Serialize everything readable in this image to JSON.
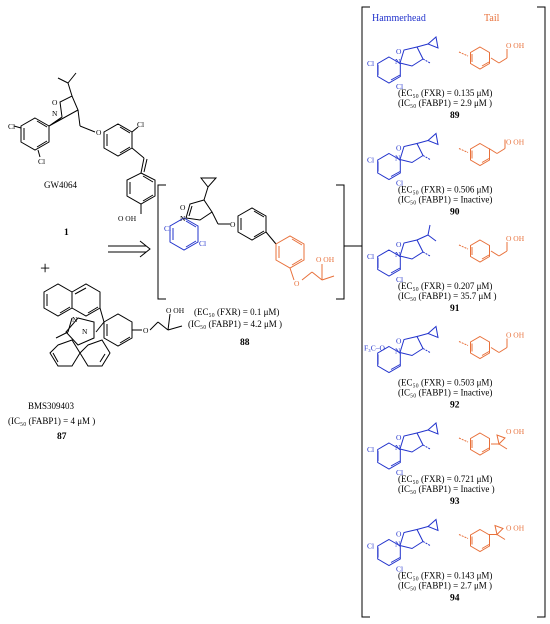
{
  "header": {
    "hammerhead": "Hammerhead",
    "tail": "Tail"
  },
  "compound1": {
    "name": "GW4064",
    "number": "1",
    "atoms": {
      "cl1": "Cl",
      "cl2": "Cl",
      "cl3": "Cl",
      "o_iso": "O",
      "n_iso": "N",
      "o_ether": "O",
      "acid": "O  OH"
    }
  },
  "plus": "+",
  "compound87": {
    "name": "BMS309403",
    "activity": "(IC₅₀ (FABP1) = 4 μM )",
    "number": "87",
    "atoms": {
      "n1": "N",
      "n2": "N",
      "o_ether": "O",
      "acid": "O   OH"
    }
  },
  "compound88": {
    "ec50": "(EC₅₀ (FXR) = 0.1 μM)",
    "ic50": "(IC₅₀ (FABP1) = 4.2  μM )",
    "number": "88",
    "atoms": {
      "cl1": "Cl",
      "cl2": "Cl",
      "o_iso": "O",
      "n_iso": "N",
      "o_ether": "O",
      "o_tail": "O",
      "acid": "O  OH"
    }
  },
  "series": [
    {
      "number": "89",
      "ec50": "(EC₅₀ (FXR) = 0.135 μM)",
      "ic50": "(IC₅₀ (FABP1) = 2.9  μM )",
      "head_sub1": "Cl",
      "head_sub2": "Cl",
      "head_ring_o": "O",
      "head_ring_n": "N",
      "tail_acid": "O  OH"
    },
    {
      "number": "90",
      "ec50": "(EC₅₀ (FXR) = 0.506 μM)",
      "ic50": "(IC₅₀ (FABP1) = Inactive)",
      "head_sub1": "Cl",
      "head_sub2": "Cl",
      "head_ring_o": "O",
      "head_ring_n": "N",
      "tail_acid": "O  OH"
    },
    {
      "number": "91",
      "ec50": "(EC₅₀ (FXR) = 0.207 μM)",
      "ic50": "(IC₅₀ (FABP1) = 35.7  μM )",
      "head_sub1": "Cl",
      "head_sub2": "Cl",
      "head_ring_o": "O",
      "head_ring_n": "N",
      "tail_acid": "O  OH"
    },
    {
      "number": "92",
      "ec50": "(EC₅₀ (FXR) = 0.503 μM)",
      "ic50": "(IC₅₀ (FABP1) = Inactive)",
      "head_sub1": "F₃C–O",
      "head_sub2": "",
      "head_ring_o": "O",
      "head_ring_n": "N",
      "tail_acid": "O  OH"
    },
    {
      "number": "93",
      "ec50": "(EC₅₀ (FXR) = 0.721 μM)",
      "ic50": "(IC₅₀ (FABP1) = Inactive )",
      "head_sub1": "Cl",
      "head_sub2": "Cl",
      "head_ring_o": "O",
      "head_ring_n": "N",
      "tail_acid": "O  OH"
    },
    {
      "number": "94",
      "ec50": "(EC₅₀ (FXR) = 0.143 μM)",
      "ic50": "(IC₅₀ (FABP1) = 2.7  μM )",
      "head_sub1": "Cl",
      "head_sub2": "Cl",
      "head_ring_o": "O",
      "head_ring_n": "N",
      "tail_acid": "O  OH"
    }
  ],
  "colors": {
    "hammerhead": "#2233cc",
    "tail": "#e8703a",
    "core": "#000000"
  }
}
